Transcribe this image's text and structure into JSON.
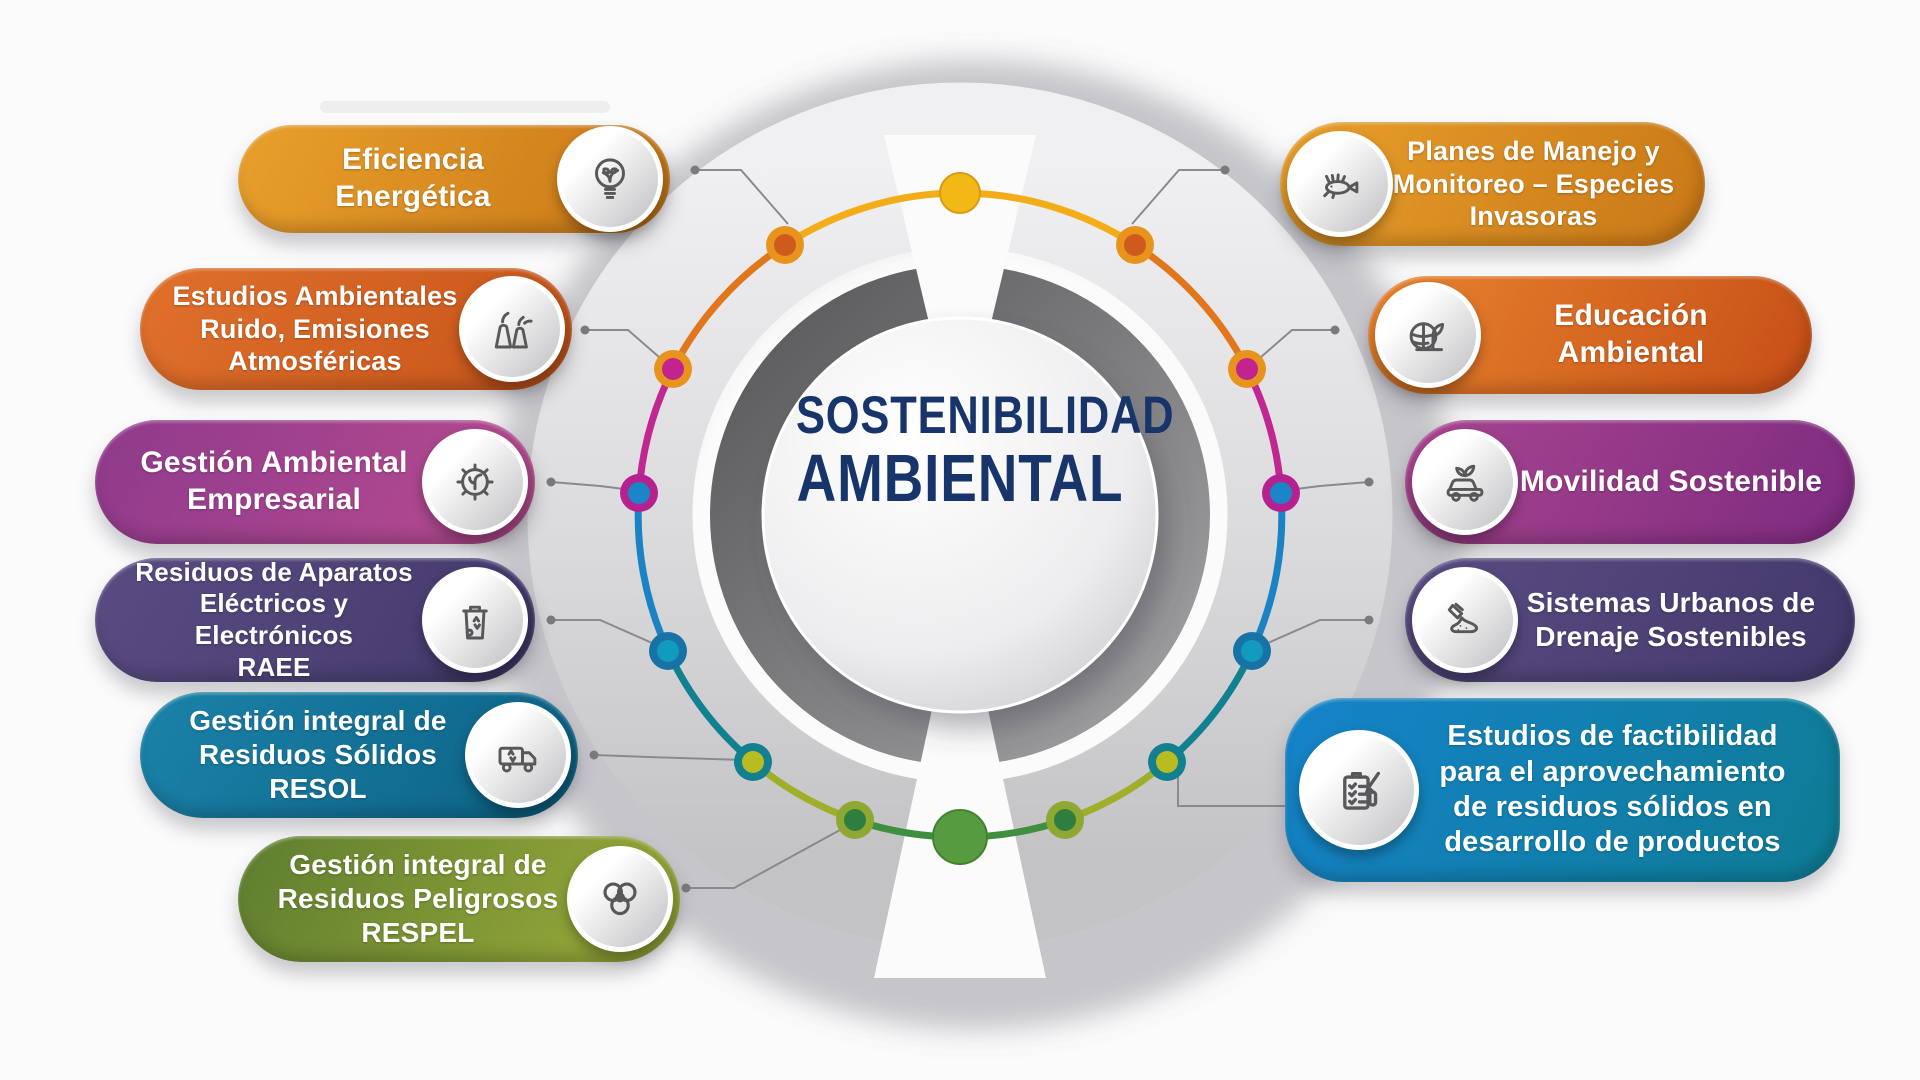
{
  "title": {
    "line1": "SOSTENIBILIDAD",
    "line2": "AMBIENTAL",
    "color": "#17356B"
  },
  "pills": {
    "left": [
      {
        "id": "eficiencia-energetica",
        "label_lines": [
          "Eficiencia Energética"
        ],
        "icon": "lightbulb-leaf-icon",
        "colors": [
          "#E9A02C",
          "#C87716"
        ]
      },
      {
        "id": "estudios-ambientales",
        "label_lines": [
          "Estudios Ambientales",
          "Ruido, Emisiones",
          "Atmosféricas"
        ],
        "icon": "emission-towers-icon",
        "colors": [
          "#E0702B",
          "#C6541A"
        ]
      },
      {
        "id": "gestion-ambiental-empresarial",
        "label_lines": [
          "Gestión Ambiental",
          "Empresarial"
        ],
        "icon": "gear-sprout-icon",
        "colors": [
          "#8F3A8C",
          "#B84C90"
        ]
      },
      {
        "id": "residuos-raee",
        "label_lines": [
          "Residuos de Aparatos",
          "Eléctricos y Electrónicos",
          "RAEE"
        ],
        "icon": "recycle-bin-icon",
        "colors": [
          "#5A4C83",
          "#43386A"
        ]
      },
      {
        "id": "residuos-solidos-resol",
        "label_lines": [
          "Gestión integral de",
          "Residuos Sólidos",
          "RESOL"
        ],
        "icon": "garbage-truck-icon",
        "colors": [
          "#1B82A9",
          "#0C6184"
        ]
      },
      {
        "id": "residuos-peligrosos-respel",
        "label_lines": [
          "Gestión integral de",
          "Residuos Peligrosos",
          "RESPEL"
        ],
        "icon": "biohazard-icon",
        "colors": [
          "#5E7E2F",
          "#9CAD3A"
        ]
      }
    ],
    "right": [
      {
        "id": "planes-manejo-especies-invasoras",
        "label_lines": [
          "Planes de Manejo y",
          "Monitoreo – Especies",
          "Invasoras"
        ],
        "icon": "lionfish-icon",
        "colors": [
          "#E9A02C",
          "#C87716"
        ]
      },
      {
        "id": "educacion-ambiental",
        "label_lines": [
          "Educación Ambiental"
        ],
        "icon": "globe-sprout-icon",
        "colors": [
          "#E8842E",
          "#C64E16"
        ]
      },
      {
        "id": "movilidad-sostenible",
        "label_lines": [
          "Movilidad Sostenible"
        ],
        "icon": "eco-car-icon",
        "colors": [
          "#A8458F",
          "#7E2B80"
        ]
      },
      {
        "id": "sistemas-urbanos-drenaje",
        "label_lines": [
          "Sistemas Urbanos de",
          "Drenaje Sostenibles"
        ],
        "icon": "drainage-icon",
        "colors": [
          "#5A4C83",
          "#43386A"
        ]
      },
      {
        "id": "estudios-factibilidad",
        "label_lines": [
          "Estudios de factibilidad",
          "para el aprovechamiento",
          "de residuos sólidos en",
          "desarrollo de productos"
        ],
        "icon": "checklist-lab-icon",
        "colors": [
          "#1583C9",
          "#0E7C94"
        ]
      }
    ]
  },
  "ring": {
    "arc_colors_top_to_bottom": [
      "#F2AD18",
      "#E2761C",
      "#C12790",
      "#1B82C4",
      "#11808F",
      "#9FAF2A",
      "#3E8F3F"
    ],
    "top_dot_color": "#F2B816",
    "bottom_dot_color": "#569B40",
    "dot_pairs": [
      {
        "ring": "#E8941C",
        "fill": "#CE5A1D"
      },
      {
        "ring": "#E8941C",
        "fill": "#C2238F"
      },
      {
        "ring": "#B5228F",
        "fill": "#1B85C8"
      },
      {
        "ring": "#1773A6",
        "fill": "#129BBF"
      },
      {
        "ring": "#12808F",
        "fill": "#B8BC20"
      },
      {
        "ring": "#8FA832",
        "fill": "#2E7F3F"
      }
    ],
    "connector_color": "#8A8A8C"
  }
}
